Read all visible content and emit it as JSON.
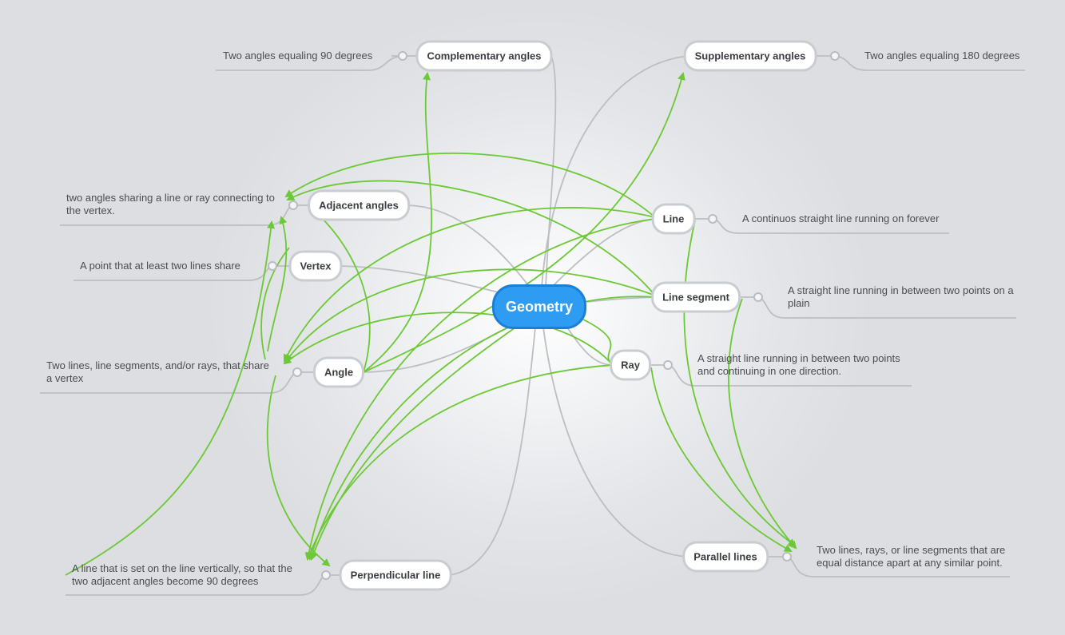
{
  "central_topic": "Geometry",
  "topics": {
    "complementary": "Complementary angles",
    "supplementary": "Supplementary angles",
    "adjacent": "Adjacent angles",
    "vertex": "Vertex",
    "angle": "Angle",
    "line": "Line",
    "line_segment": "Line segment",
    "ray": "Ray",
    "parallel": "Parallel lines",
    "perpendicular": "Perpendicular line"
  },
  "notes": {
    "complementary": "Two angles equaling 90 degrees",
    "supplementary": "Two angles equaling 180 degrees",
    "adjacent": "two angles sharing a line or ray connecting to the vertex.",
    "vertex": "A point that at least two lines share",
    "angle": "Two lines, line segments, and/or rays, that share a vertex",
    "line": "A continuos straight line running on forever",
    "line_segment": "A straight line running in between two points on a plain",
    "ray": "A straight line running in between two points and continuing in one direction.",
    "parallel": "Two lines, rays, or line segments that are equal distance apart at any similar point.",
    "perpendicular": "A line that is set on the line vertically, so that the two adjacent angles become 90 degrees"
  },
  "colors": {
    "central_fill": "#2f9cf3",
    "central_border": "#1c7fd6",
    "branch_line": "#bcbec2",
    "relationship_line": "#6cc935",
    "topic_border": "#c9ccd0"
  }
}
